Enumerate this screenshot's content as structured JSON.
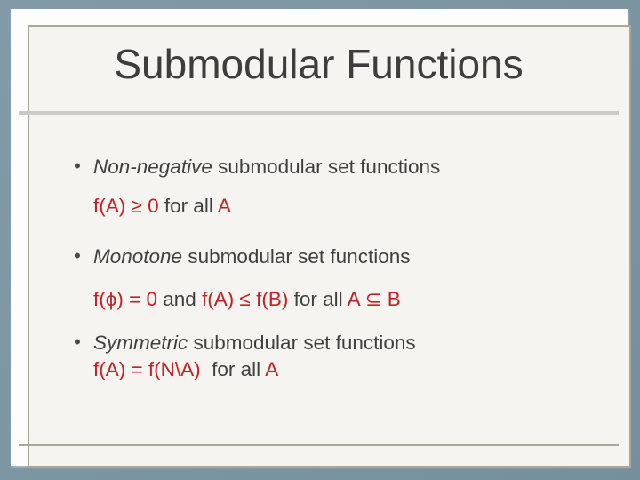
{
  "slide": {
    "title": "Submodular Functions",
    "bullet_marker": "•",
    "bullets": [
      {
        "heading": [
          {
            "text": "Non-negative",
            "style": "italic",
            "color": "dark"
          },
          {
            "text": " submodular set functions",
            "style": "normal",
            "color": "dark"
          }
        ],
        "formula": [
          {
            "text": "f(A) ≥ 0",
            "style": "normal",
            "color": "red"
          },
          {
            "text": " for all ",
            "style": "normal",
            "color": "dark"
          },
          {
            "text": "A",
            "style": "normal",
            "color": "red"
          }
        ]
      },
      {
        "heading": [
          {
            "text": "Monotone",
            "style": "italic",
            "color": "dark"
          },
          {
            "text": " submodular set functions",
            "style": "normal",
            "color": "dark"
          }
        ],
        "formula": [
          {
            "text": "f(ϕ) = 0",
            "style": "normal",
            "color": "red"
          },
          {
            "text": " and ",
            "style": "normal",
            "color": "dark"
          },
          {
            "text": "f(A) ≤ f(B)",
            "style": "normal",
            "color": "red"
          },
          {
            "text": " for all ",
            "style": "normal",
            "color": "dark"
          },
          {
            "text": "A ⊆ B",
            "style": "normal",
            "color": "red"
          }
        ]
      },
      {
        "heading": [
          {
            "text": "Symmetric",
            "style": "italic",
            "color": "dark"
          },
          {
            "text": " submodular set functions",
            "style": "normal",
            "color": "dark"
          }
        ],
        "formula": [
          {
            "text": "f(A) = f(N\\A)",
            "style": "normal",
            "color": "red"
          },
          {
            "text": "  for all ",
            "style": "normal",
            "color": "dark"
          },
          {
            "text": "A",
            "style": "normal",
            "color": "red"
          }
        ]
      }
    ],
    "colors": {
      "background": "#7b95a3",
      "paper": "#fdfdfb",
      "frame_border": "#a9a69c",
      "interior": "#f5f4f0",
      "title_text": "#3d3d3d",
      "body_text": "#3f3f3f",
      "accent_red": "#bf2226",
      "title_divider": "#cbcbca"
    }
  }
}
